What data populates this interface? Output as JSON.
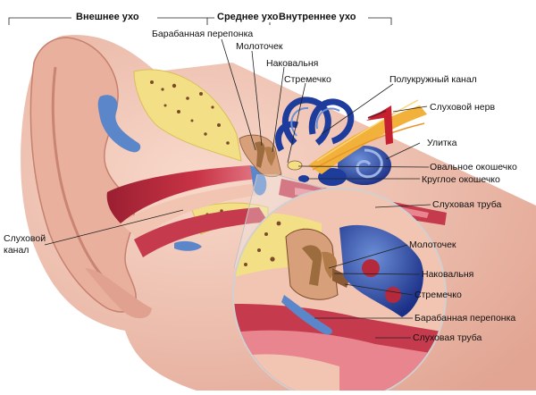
{
  "sections": {
    "outer": "Внешнее ухо",
    "middle": "Среднее ухо",
    "inner": "Внутреннее ухо"
  },
  "labels": {
    "eardrum": "Барабанная перепонка",
    "malleus": "Молоточек",
    "incus": "Наковальня",
    "stapes": "Стремечко",
    "semicircular": "Полукружный канал",
    "nerve": "Слуховой нерв",
    "cochlea": "Улитка",
    "oval_window": "Овальное окошечко",
    "round_window": "Круглое окошечко",
    "tube": "Слуховая труба",
    "canal_line1": "Слуховой",
    "canal_line2": "канал"
  },
  "inset_labels": {
    "malleus": "Молоточек",
    "incus": "Наковальня",
    "stapes": "Стремечко",
    "eardrum": "Барабанная перепонка",
    "tube": "Слуховая труба"
  },
  "colors": {
    "skin": "#f2c4b2",
    "skin_dark": "#d99482",
    "canal": "#b42a3c",
    "canal_light": "#e06170",
    "bone": "#f3df86",
    "bone_dots": "#7a4a2a",
    "blue": "#1d3c9c",
    "blue_light": "#5b86c9",
    "nerve": "#f2b13a",
    "ossicle": "#9c6b3e"
  }
}
